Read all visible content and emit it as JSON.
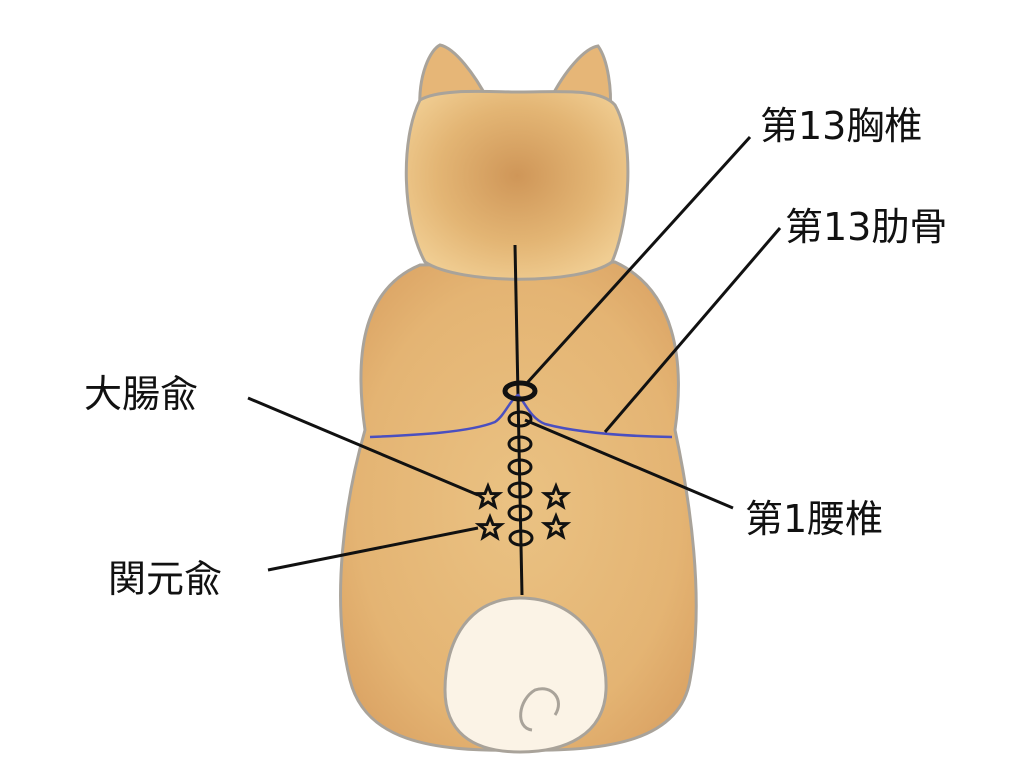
{
  "labels": {
    "thoracic13": "第13胸椎",
    "rib13": "第13肋骨",
    "large_intestine_point": "大腸兪",
    "lumbar1": "第1腰椎",
    "guanyuan_point": "関元兪"
  },
  "colors": {
    "fur": "#e9bf7f",
    "fur_dark": "#c98d4b",
    "outline": "#a9a39a",
    "tail": "#fbf3e6",
    "rib_line": "#4a4fc0",
    "ink": "#111111"
  }
}
